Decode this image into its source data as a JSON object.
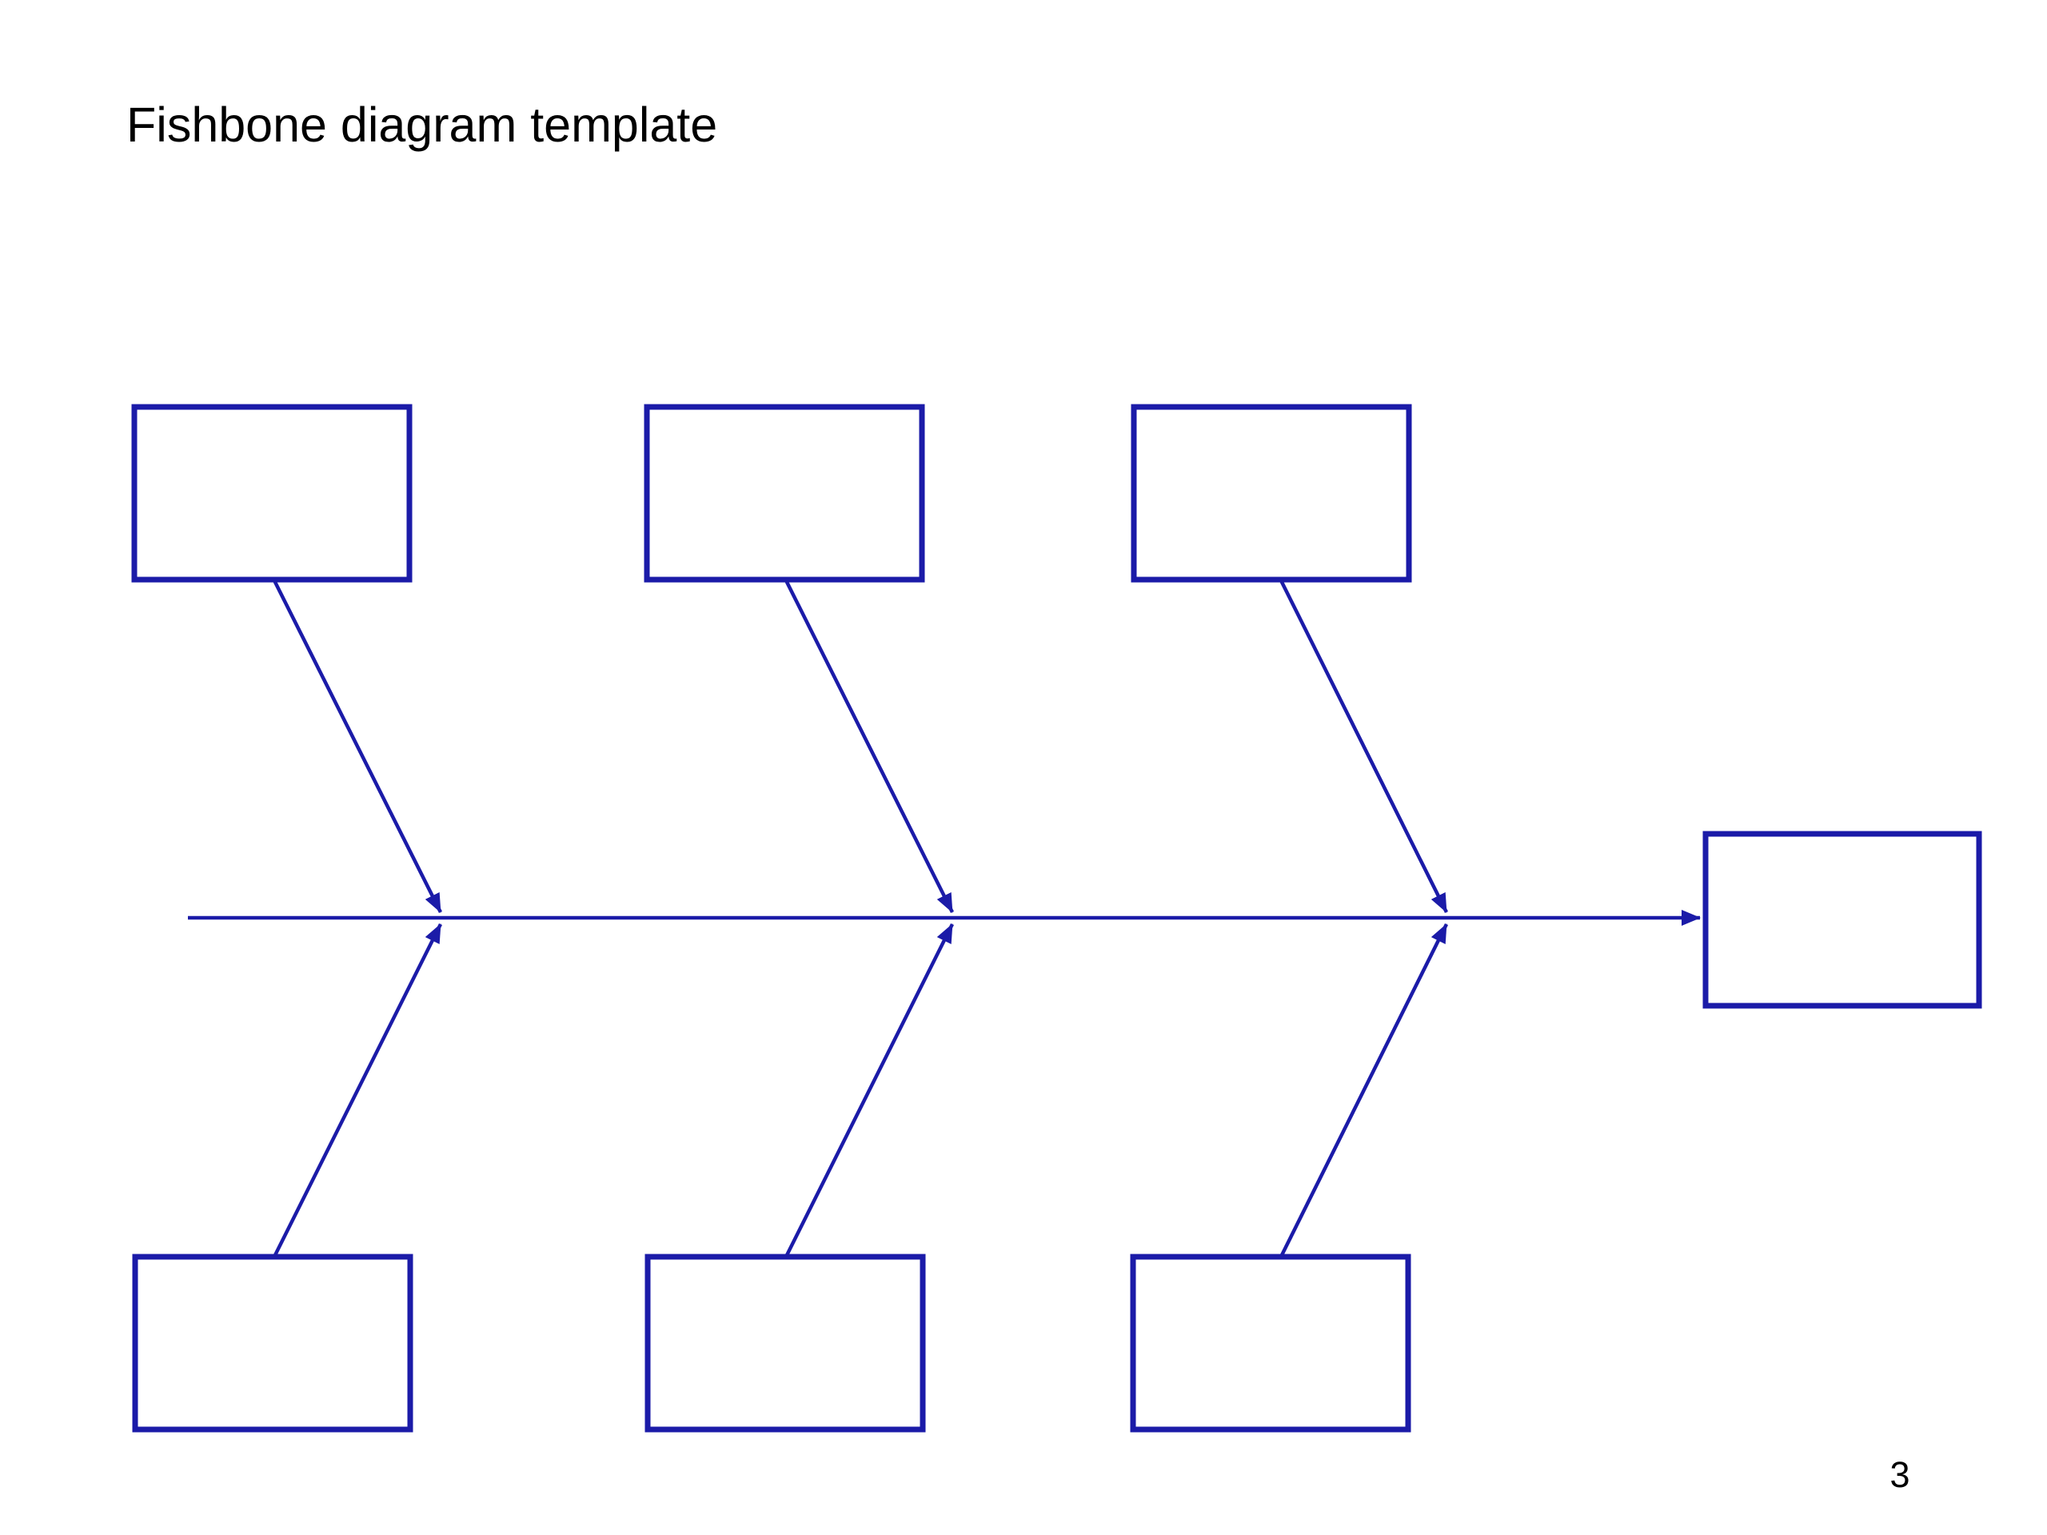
{
  "page": {
    "title": "Fishbone diagram template",
    "page_number": "3",
    "background_color": "#ffffff",
    "text_color": "#000000"
  },
  "diagram": {
    "type": "fishbone",
    "accent_color": "#1b1ba8",
    "spine": {
      "direction": "left-to-right",
      "arrowhead": "filled-triangle"
    },
    "effect_box": {
      "label": ""
    },
    "cause_boxes": [
      {
        "position": "top-1",
        "label": ""
      },
      {
        "position": "top-2",
        "label": ""
      },
      {
        "position": "top-3",
        "label": ""
      },
      {
        "position": "bottom-1",
        "label": ""
      },
      {
        "position": "bottom-2",
        "label": ""
      },
      {
        "position": "bottom-3",
        "label": ""
      }
    ]
  }
}
